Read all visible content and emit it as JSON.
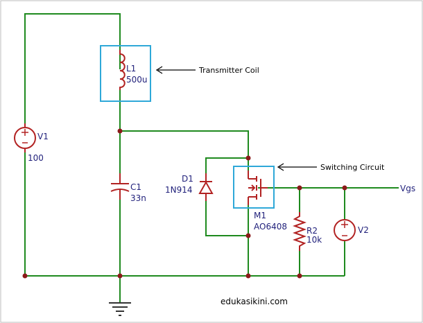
{
  "components": {
    "v1": {
      "ref": "V1",
      "value": "100"
    },
    "l1": {
      "ref": "L1",
      "value": "500u"
    },
    "c1": {
      "ref": "C1",
      "value": "33n"
    },
    "d1": {
      "ref": "D1",
      "value": "1N914"
    },
    "m1": {
      "ref": "M1",
      "value": "AO6408"
    },
    "r2": {
      "ref": "R2",
      "value": "10k"
    },
    "v2": {
      "ref": "V2"
    }
  },
  "annotations": {
    "transmitter": "Transmitter Coil",
    "switching": "Switching Circuit"
  },
  "net_label": "Vgs",
  "watermark": "edukasikini.com",
  "colors": {
    "wire": "#1e8a1e",
    "component": "#b22222",
    "highlight_box": "#2ea8d8",
    "label": "#1f1f7a"
  }
}
